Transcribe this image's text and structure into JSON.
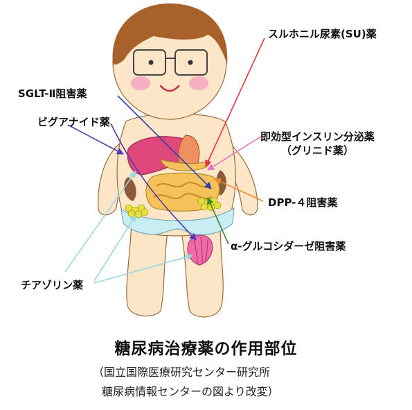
{
  "title": "糖尿病治療薬の作用部位",
  "source_lines": [
    "（国立国際医療研究センター研究所",
    "糖尿病情報センターの図より改変）"
  ],
  "labels": {
    "su": "スルホニル尿素(SU)薬",
    "sglt2": "SGLT-Ⅱ阻害薬",
    "biguanide": "ビグアナイド薬",
    "glinide_line1": "即効型インスリン分泌薬",
    "glinide_line2": "（グリニド薬）",
    "dpp4": "DPP-４阻害薬",
    "alpha_gi": "α-グルコシダーゼ阻害薬",
    "thiazolidine": "チアゾリン薬"
  },
  "colors": {
    "su": "#e8343c",
    "sglt2": "#2c3fb0",
    "biguanide": "#4a3ab8",
    "glinide": "#e070c8",
    "dpp4": "#f08a30",
    "alpha_gi": "#3a8a2a",
    "thiazolidine": "#9ad8e0",
    "skin": "#fde6c8",
    "hair": "#a8612a",
    "liver": "#e0477a",
    "intestine": "#f5c25a",
    "shorts": "#c8eef4",
    "bladder": "#f06aa8"
  }
}
